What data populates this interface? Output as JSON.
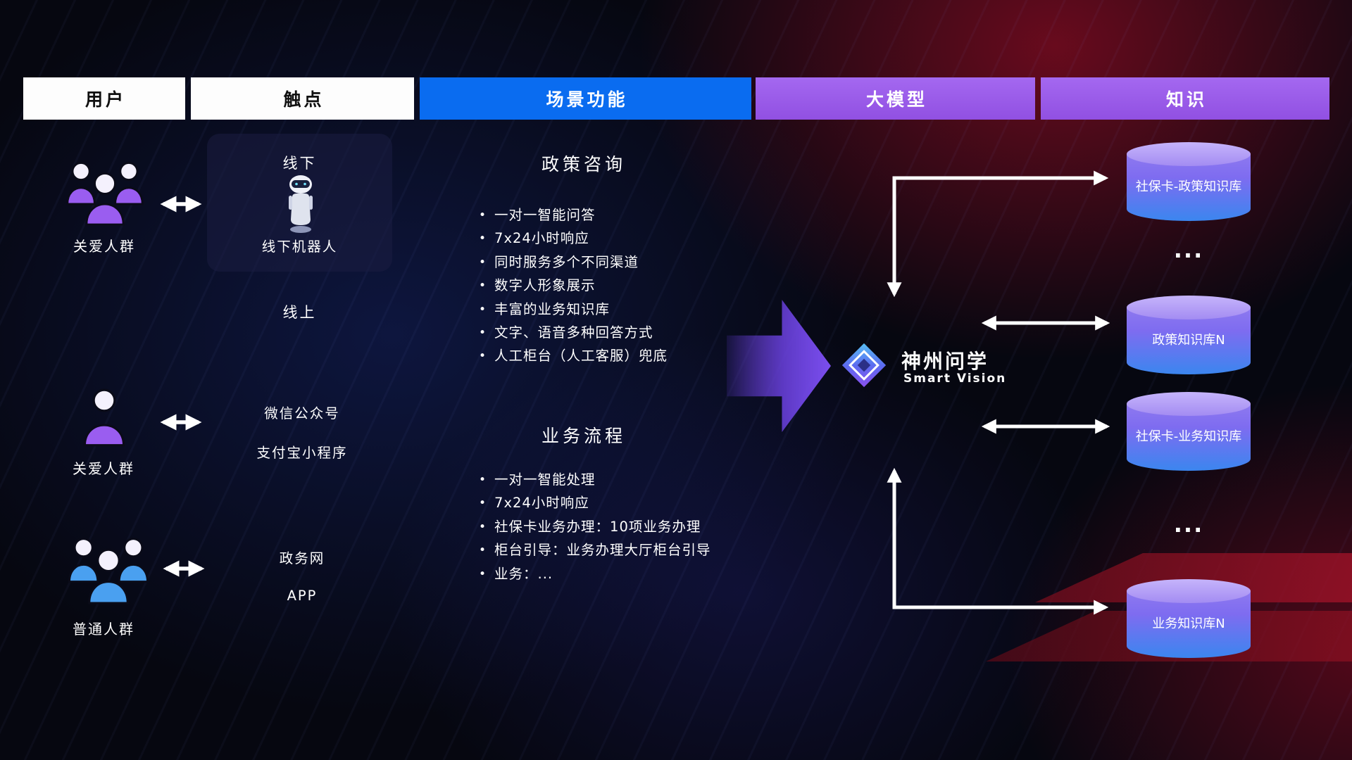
{
  "header": {
    "columns": [
      {
        "label": "用户"
      },
      {
        "label": "触点"
      },
      {
        "label": "场景功能"
      },
      {
        "label": "大模型"
      },
      {
        "label": "知识"
      }
    ]
  },
  "users": [
    {
      "label": "关爱人群",
      "type": "group",
      "color": "#9a5df0"
    },
    {
      "label": "关爱人群",
      "type": "single",
      "color": "#9a5df0"
    },
    {
      "label": "普通人群",
      "type": "group",
      "color": "#4aa0f0"
    }
  ],
  "touch": {
    "offline_title": "线下",
    "robot_label": "线下机器人",
    "online_label": "线上",
    "channels": [
      "微信公众号",
      "支付宝小程序",
      "政务网",
      "APP"
    ]
  },
  "scenarios": [
    {
      "title": "政策咨询",
      "items": [
        "一对一智能问答",
        "7x24小时响应",
        "同时服务多个不同渠道",
        "数字人形象展示",
        "丰富的业务知识库",
        "文字、语音多种回答方式",
        "人工柜台（人工客服）兜底"
      ]
    },
    {
      "title": "业务流程",
      "items": [
        "一对一智能处理",
        "7x24小时响应",
        "社保卡业务办理：10项业务办理",
        "柜台引导：业务办理大厅柜台引导",
        "业务：..."
      ]
    }
  ],
  "model": {
    "name": "神州问学",
    "subtitle": "Smart Vision"
  },
  "knowledge": {
    "dbs": [
      "社保卡-政策知识库",
      "政策知识库N",
      "社保卡-业务知识库",
      "业务知识库N"
    ],
    "dots": "..."
  },
  "colors": {
    "header_blue": "#0a6cf0",
    "header_purple": "#9b58e8",
    "user_purple": "#9a5df0",
    "user_blue": "#4aa0f0",
    "db_top_purple": "#c6b4fb",
    "db_body_blue": "#3b86ef",
    "flow_arrow_purple": "#7c4ff0",
    "arrow_white": "#ffffff",
    "ribbon_red": "#8e1022"
  }
}
